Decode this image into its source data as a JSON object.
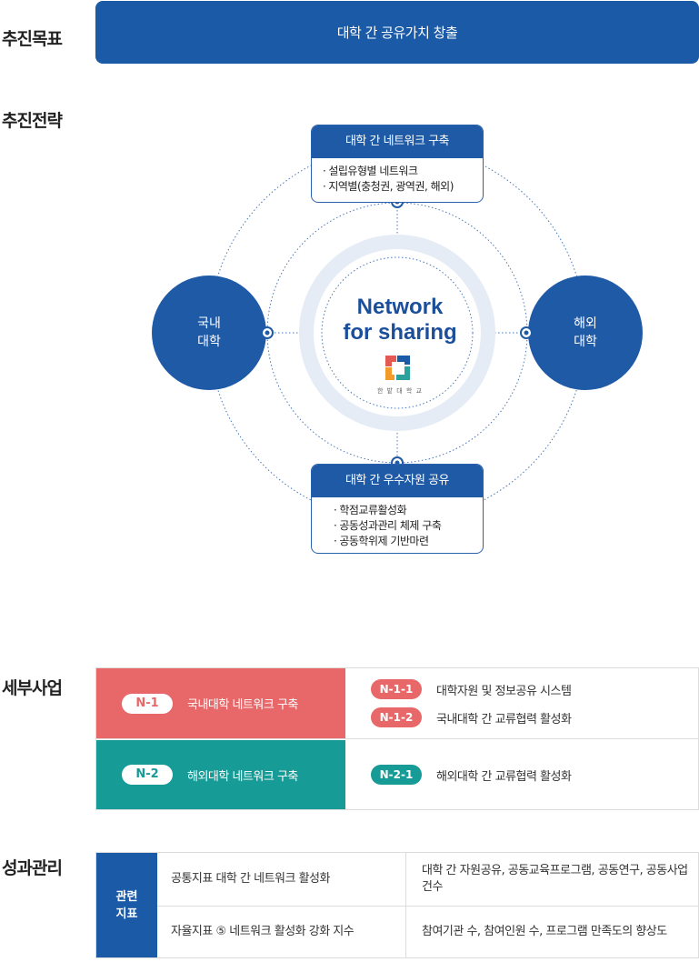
{
  "goal": {
    "label": "추진목표",
    "text": "대학 간 공유가치 창출"
  },
  "strategy": {
    "label": "추진전략",
    "top_card": {
      "title": "대학 간 네트워크 구축",
      "items": [
        "설립유형별 네트워크",
        "지역별(충청권, 광역권, 해외)"
      ]
    },
    "bottom_card": {
      "title": "대학 간 우수자원 공유",
      "items": [
        "학점교류활성화",
        "공동성과관리 체제 구축",
        "공동학위제 기반마련"
      ]
    },
    "left_circle": {
      "line1": "국내",
      "line2": "대학"
    },
    "right_circle": {
      "line1": "해외",
      "line2": "대학"
    },
    "center": {
      "line1": "Network",
      "line2": "for sharing",
      "university": "한 밭 대 학 교"
    },
    "colors": {
      "primary": "#1b5aa6",
      "ring": "#e6ecf5",
      "logo": [
        "#e25a53",
        "#1b5aa6",
        "#f29b2b",
        "#2aa19b"
      ]
    }
  },
  "details": {
    "label": "세부사업",
    "rows": [
      {
        "code": "N-1",
        "title": "국내대학 네트워크 구축",
        "color": "#e8686a",
        "subs": [
          {
            "code": "N-1-1",
            "text": "대학자원 및 정보공유 시스템"
          },
          {
            "code": "N-1-2",
            "text": "국내대학 간 교류협력 활성화"
          }
        ]
      },
      {
        "code": "N-2",
        "title": "해외대학 네트워크 구축",
        "color": "#169b96",
        "subs": [
          {
            "code": "N-2-1",
            "text": "해외대학 간 교류협력 활성화"
          }
        ]
      }
    ]
  },
  "performance": {
    "label": "성과관리",
    "header": "관련\n지표",
    "rows": [
      {
        "indicator": "공통지표 대학 간 네트워크 활성화",
        "measure": "대학 간 자원공유, 공동교육프로그램, 공동연구, 공동사업건수"
      },
      {
        "indicator": "자율지표 ⑤ 네트워크 활성화 강화 지수",
        "measure": "참여기관 수, 참여인원 수, 프로그램 만족도의 향상도"
      }
    ]
  }
}
